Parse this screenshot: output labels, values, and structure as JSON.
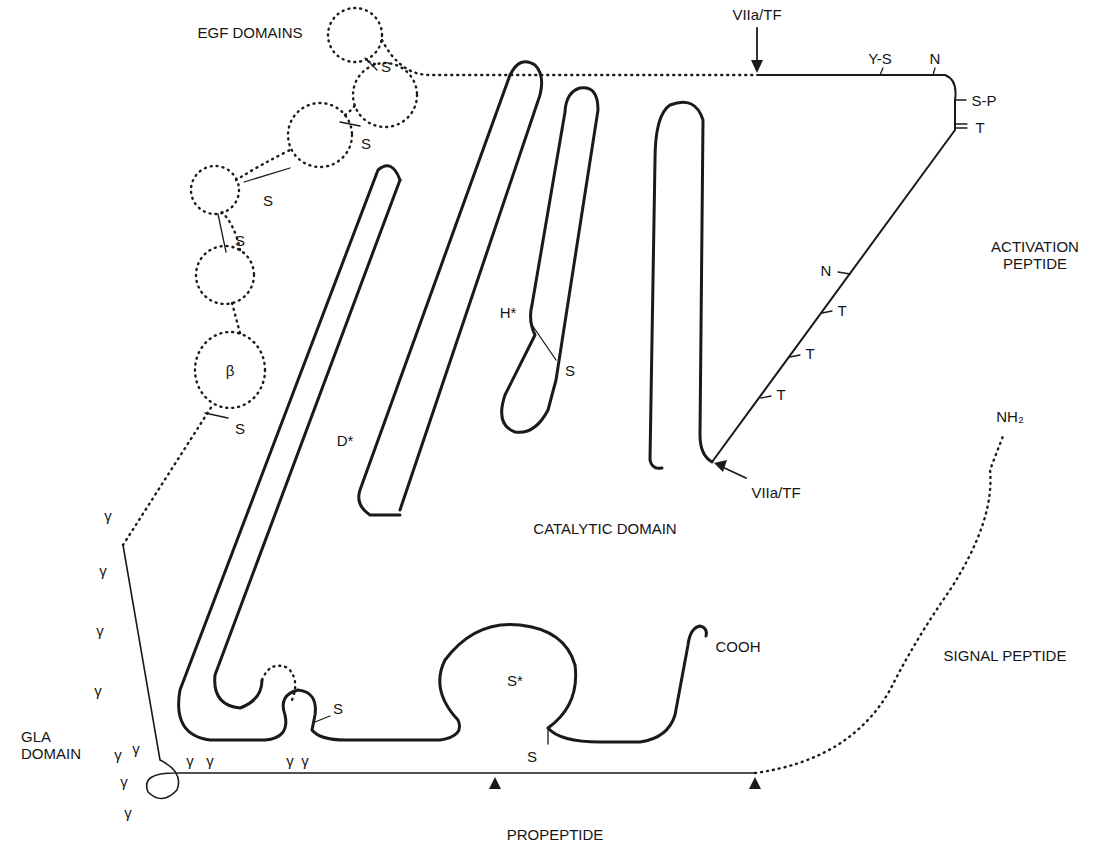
{
  "diagram": {
    "labels": [
      "EGF DOMAINS",
      "VIIa/TF",
      "Y-S",
      "N",
      "S-P",
      "T",
      "ACTIVATION PEPTIDE",
      "N",
      "T",
      "T",
      "T",
      "VIIa/TF",
      "NH₂",
      "D*",
      "H*",
      "S",
      "CATALYTIC DOMAIN",
      "S",
      "S",
      "S",
      "S",
      "β",
      "S",
      "S",
      "S*",
      "S",
      "COOH",
      "SIGNAL PEPTIDE",
      "GLA DOMAIN",
      "PROPEPTIDE",
      "γ",
      "γ",
      "γ",
      "γ",
      "γ",
      "γ",
      "γ",
      "γ",
      "γ",
      "γ",
      "γ",
      "γ"
    ]
  }
}
